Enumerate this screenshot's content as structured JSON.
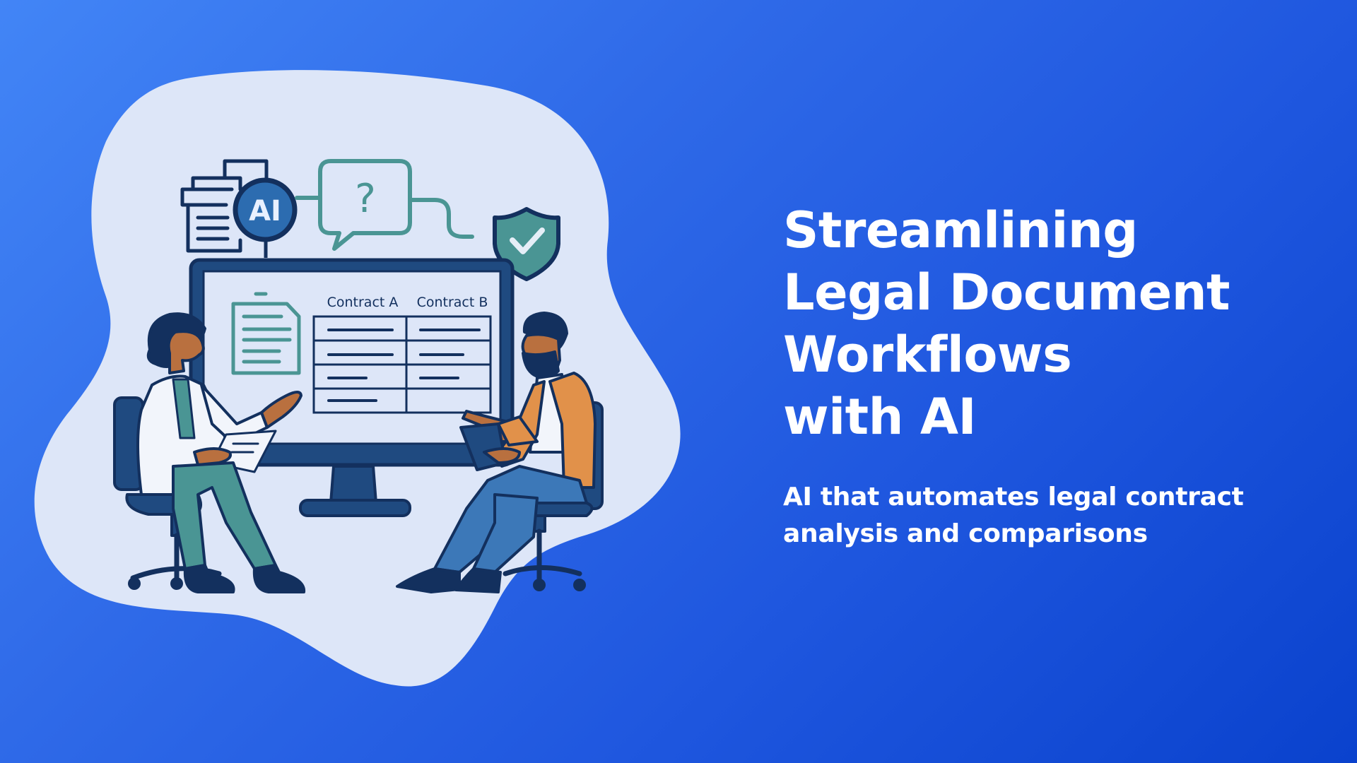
{
  "hero": {
    "title_lines": [
      "Streamlining",
      "Legal Document",
      "Workflows",
      "with AI"
    ],
    "subtitle_lines": [
      "AI that automates legal contract",
      "analysis and comparisons"
    ]
  },
  "illustration": {
    "ai_badge_label": "AI",
    "question_mark": "?",
    "monitor": {
      "column_headers": [
        "Contract A",
        "Contract B"
      ],
      "table_rows": 4
    },
    "icons": [
      "document-stack-icon",
      "ai-badge-icon",
      "question-speech-bubble-icon",
      "shield-check-icon",
      "document-icon",
      "monitor-icon"
    ],
    "people": [
      "woman-in-lab-coat-with-document",
      "man-in-orange-jacket-with-tablet"
    ]
  },
  "colors": {
    "background_start": "#4285f6",
    "background_end": "#0a42cd",
    "blob": "#dde6f8",
    "navy_outline": "#13305e",
    "teal": "#4a9594",
    "ai_blue": "#2c6cb0",
    "orange_jacket": "#e1914a",
    "jeans": "#3c78b8",
    "skin": "#b9703f",
    "text": "#ffffff"
  }
}
